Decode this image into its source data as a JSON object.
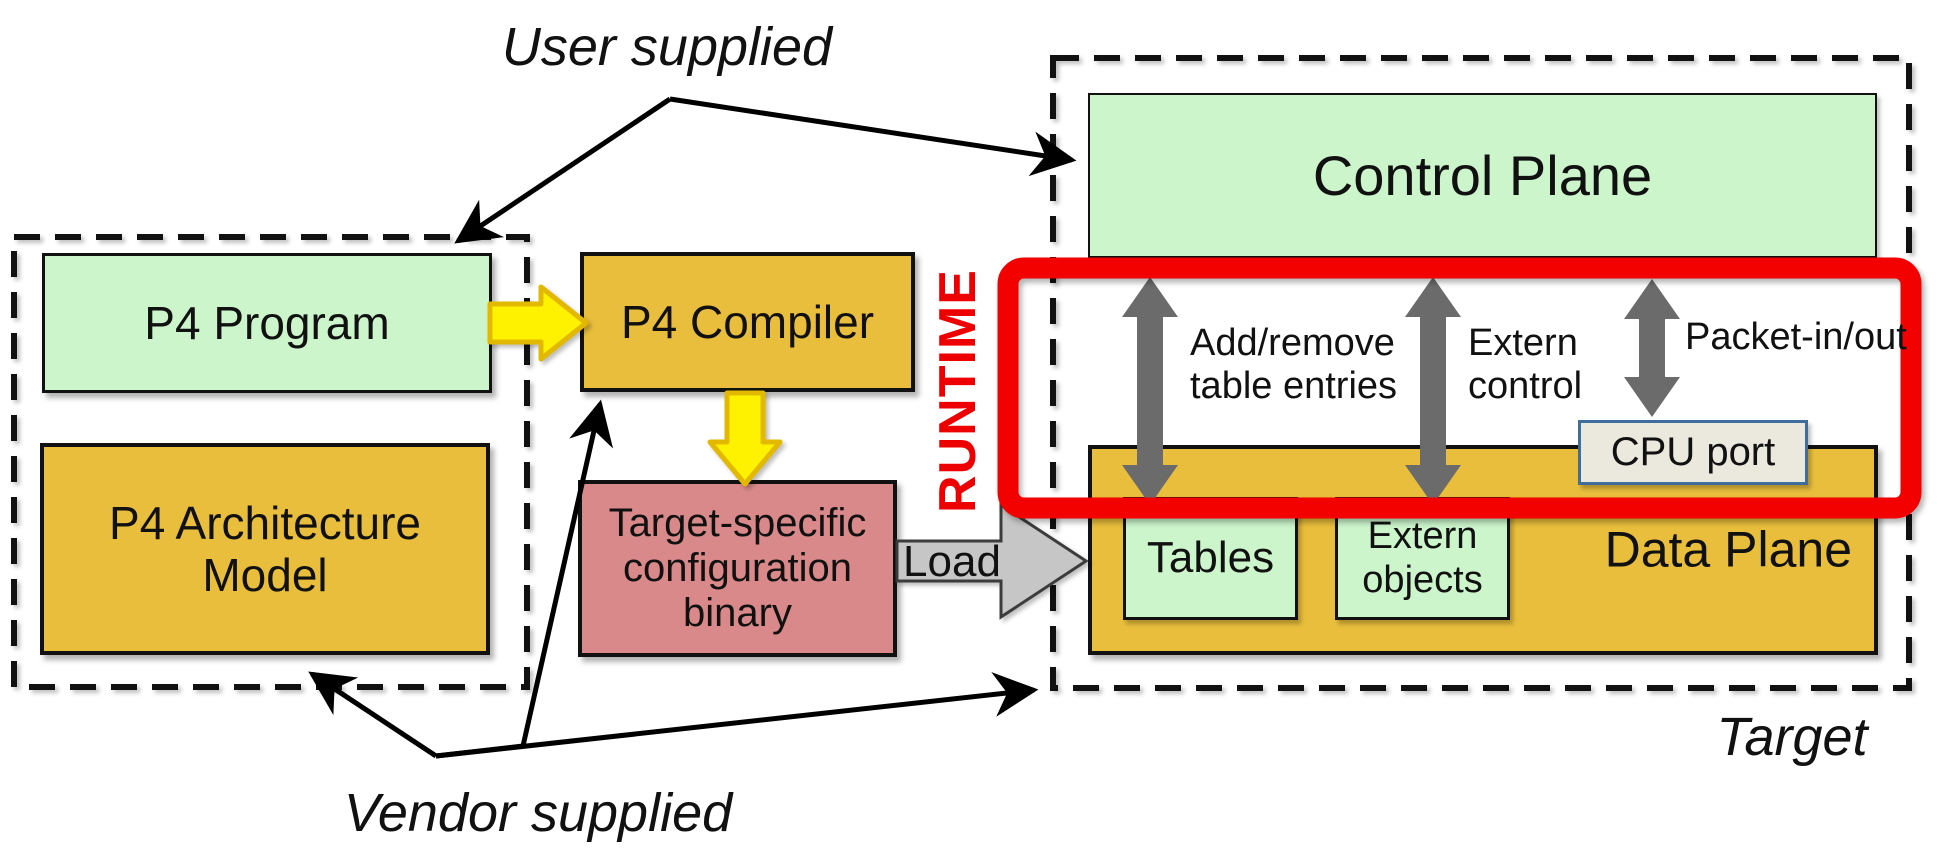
{
  "labels": {
    "user_supplied": "User supplied",
    "vendor_supplied": "Vendor supplied",
    "target": "Target",
    "runtime": "RUNTIME"
  },
  "boxes": {
    "p4_program": "P4 Program",
    "p4_architecture_model": "P4 Architecture\nModel",
    "p4_compiler": "P4 Compiler",
    "target_specific_binary": "Target-specific\nconfiguration\nbinary",
    "control_plane": "Control Plane",
    "data_plane": "Data Plane",
    "tables": "Tables",
    "extern_objects": "Extern\nobjects",
    "cpu_port": "CPU port"
  },
  "arrow_labels": {
    "load": "Load",
    "add_remove_table_entries": "Add/remove\ntable entries",
    "extern_control": "Extern\ncontrol",
    "packet_in_out": "Packet-in/out"
  },
  "colors": {
    "box_green": "#ccf5cc",
    "box_orange": "#e9be3c",
    "box_pink": "#d98989",
    "runtime_highlight_red": "#f30000",
    "runtime_text_red": "#ee0000",
    "gray_arrow": "#6b6b6b",
    "load_arrow_fill": "#c6c6c6",
    "yellow_arrow_fill": "#fff200",
    "yellow_arrow_border": "#e3b900",
    "cpu_port_fill": "#ebe9dd",
    "cpu_port_border": "#3f6e9e",
    "dashed_border": "#111111"
  }
}
